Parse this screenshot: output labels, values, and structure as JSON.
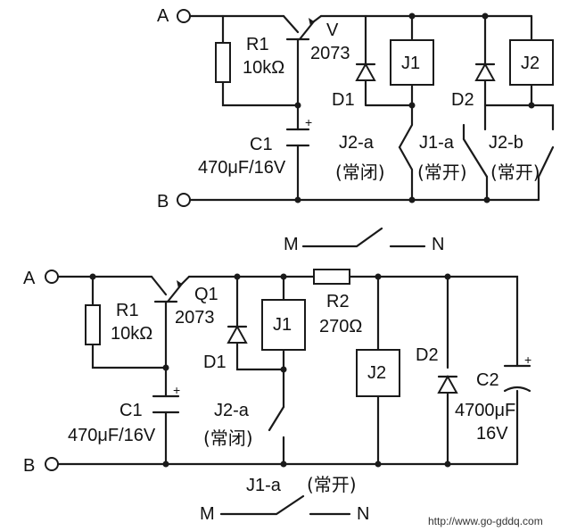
{
  "top": {
    "term_a": "A",
    "term_b": "B",
    "r1_name": "R1",
    "r1_value": "10kΩ",
    "transistor_name": "V",
    "transistor_type": "2073",
    "c1_name": "C1",
    "c1_value": "470μF/16V",
    "d1": "D1",
    "d2": "D2",
    "j1": "J1",
    "j2": "J2",
    "j2a": "J2-a",
    "j2a_state": "(常闭)",
    "j1a": "J1-a",
    "j1a_state": "(常开)",
    "j2b": "J2-b",
    "j2b_state": "(常开)",
    "m": "M",
    "n": "N"
  },
  "bottom": {
    "term_a": "A",
    "term_b": "B",
    "r1_name": "R1",
    "r1_value": "10kΩ",
    "q1_name": "Q1",
    "q1_type": "2073",
    "c1_name": "C1",
    "c1_value": "470μF/16V",
    "d1": "D1",
    "j1": "J1",
    "r2_name": "R2",
    "r2_value": "270Ω",
    "j2": "J2",
    "d2": "D2",
    "c2_name": "C2",
    "c2_value": "4700μF",
    "c2_voltage": "16V",
    "j2a": "J2-a",
    "j2a_state": "(常闭)",
    "j1a": "J1-a",
    "j1a_state": "(常开)",
    "m": "M",
    "n": "N"
  },
  "watermark": "http://www.go-gddq.com"
}
